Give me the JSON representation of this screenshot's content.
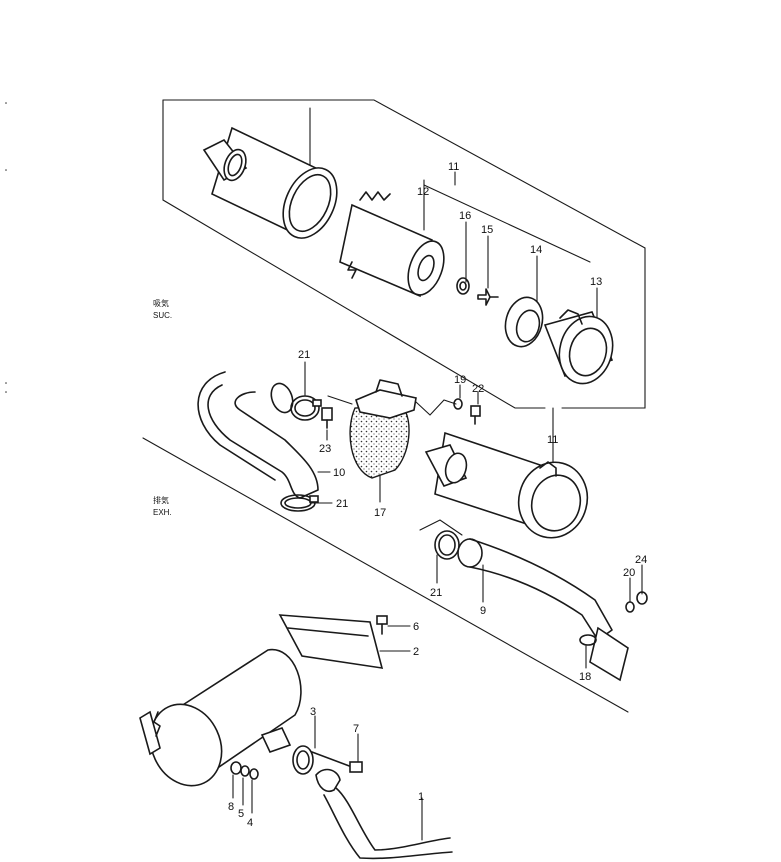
{
  "sections": [
    {
      "id": "suc",
      "label_jp": "吸気",
      "label_en": "SUC."
    },
    {
      "id": "exh",
      "label_jp": "排気",
      "label_en": "EXH."
    }
  ],
  "callouts": [
    {
      "id": "c11a",
      "text": "11"
    },
    {
      "id": "c12",
      "text": "12"
    },
    {
      "id": "c16",
      "text": "16"
    },
    {
      "id": "c15",
      "text": "15"
    },
    {
      "id": "c14",
      "text": "14"
    },
    {
      "id": "c13",
      "text": "13"
    },
    {
      "id": "c21a",
      "text": "21"
    },
    {
      "id": "c19",
      "text": "19"
    },
    {
      "id": "c22",
      "text": "22"
    },
    {
      "id": "c23",
      "text": "23"
    },
    {
      "id": "c10",
      "text": "10"
    },
    {
      "id": "c17",
      "text": "17"
    },
    {
      "id": "c11b",
      "text": "11"
    },
    {
      "id": "c21b",
      "text": "21"
    },
    {
      "id": "c21c",
      "text": "21"
    },
    {
      "id": "c9",
      "text": "9"
    },
    {
      "id": "c24",
      "text": "24"
    },
    {
      "id": "c20",
      "text": "20"
    },
    {
      "id": "c18",
      "text": "18"
    },
    {
      "id": "c6",
      "text": "6"
    },
    {
      "id": "c2",
      "text": "2"
    },
    {
      "id": "c3",
      "text": "3"
    },
    {
      "id": "c7",
      "text": "7"
    },
    {
      "id": "c1",
      "text": "1"
    },
    {
      "id": "c8",
      "text": "8"
    },
    {
      "id": "c5",
      "text": "5"
    },
    {
      "id": "c4",
      "text": "4"
    }
  ]
}
